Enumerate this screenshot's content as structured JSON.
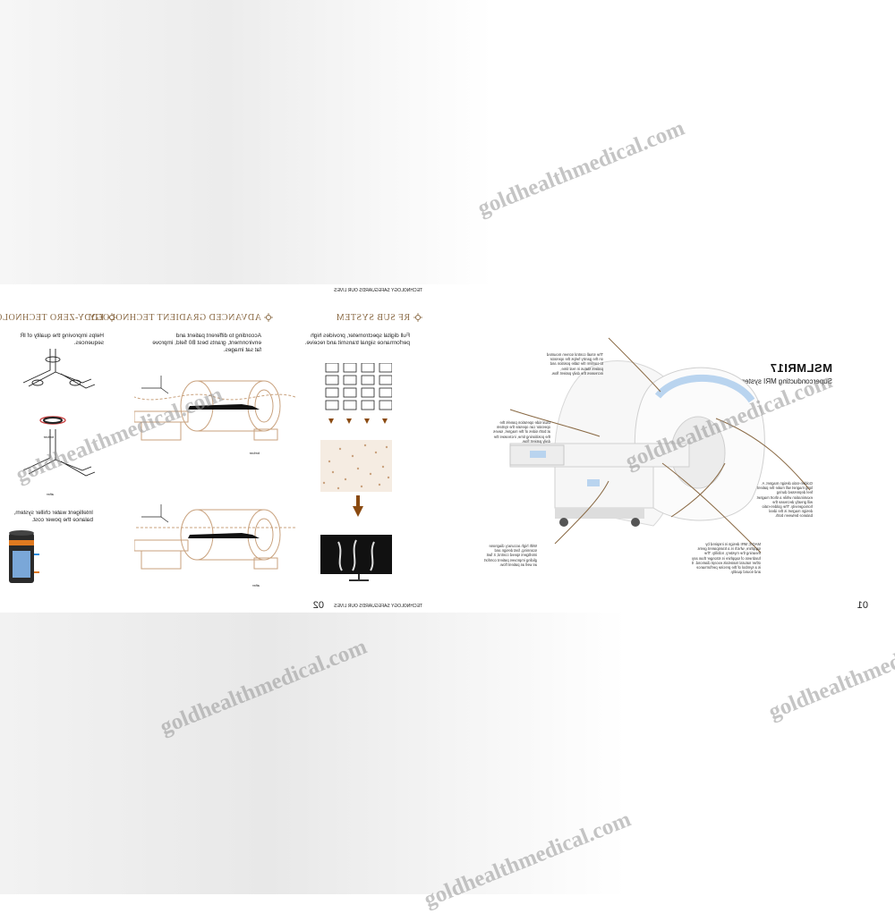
{
  "brochure": {
    "left_page": {
      "running_header": "TECHNOLOGY SAFEGUARDS OUR LIVES",
      "running_footer": "TECHNOLOGY SAFEGUARDS OUR LIVES",
      "page_number": "02",
      "sections": [
        {
          "title": "RF SUB SYSTEM",
          "body": "Full digital spectrometer, provides high performance signal transmit and receive."
        },
        {
          "title": "ADVANCED GRADIENT TECHNOLOGY",
          "body": "According to different patient and environment, grants best B0 field, improve fat sat images."
        },
        {
          "title": "EDDY-ZERO TECHNOLOGY",
          "body": "Helps improving the quality of IR sequences."
        }
      ],
      "figure_labels": {
        "before": "before",
        "after": "after",
        "before2": "before",
        "after2": "after"
      },
      "chiller_text": "Intelligent water chiller system, balance the power cost."
    },
    "right_page": {
      "model": "MSLMRI17",
      "subtitle": "Superconducting MRI system",
      "page_number": "01",
      "callouts": [
        "The small control screen mounted on the gantry helps the operator to confirm the table position and patient status in real time, increases the daily patient flow.",
        "Dual side operation panels the operator can operate the system at both sides of the magnet, saves the positioning time, increases the daily patient flow.",
        "Golden-ratio design magnet. A long magnet will make the patient feel depressed during examination while a short magnet will greatly decrease the homogeneity. The golden-ratio design magnet is the ideal balance between both.",
        "With high accuracy diagnose scanning, fast design and intelligent speed control, it fast gliding improves patient comfort as well as patient flow.",
        "MAGIC MRI design is inspired by sapphire, which is a transparent gems meaning the mystery, nobility. The hardness of sapphire is stronger than any other natural materials except diamond. It is a symbol of the precise performance and sound quality."
      ]
    }
  },
  "watermark": "goldhealthmedical.com",
  "colors": {
    "accent": "#8a6a45",
    "bore_blue": "#b9d4ef"
  }
}
